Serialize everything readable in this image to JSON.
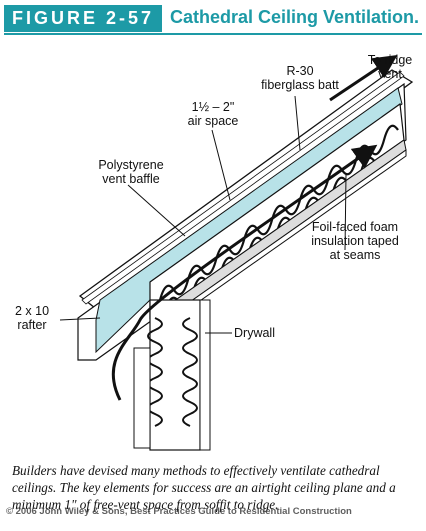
{
  "figure": {
    "number": "FIGURE 2-57",
    "title": "Cathedral Ceiling Ventilation.",
    "accent_color": "#1d9aa6"
  },
  "labels": {
    "ridge_vent": [
      "To ridge",
      "vent"
    ],
    "batt": [
      "R-30",
      "fiberglass batt"
    ],
    "air_space": [
      "1½ – 2\"",
      "air space"
    ],
    "baffle": [
      "Polystyrene",
      "vent baffle"
    ],
    "foam": [
      "Foil-faced foam",
      "insulation taped",
      "at seams"
    ],
    "rafter": [
      "2 x 10",
      "rafter"
    ],
    "drywall": "Drywall"
  },
  "caption": "Builders have devised many methods to effectively ventilate cathedral ceilings. The key elements for success are an airtight ceiling plane and a minimum 1\" of free-vent space from soffit to ridge.",
  "copyright": "© 2006 John Wiley & Sons, Best Practices Guide to Residential Construction"
}
